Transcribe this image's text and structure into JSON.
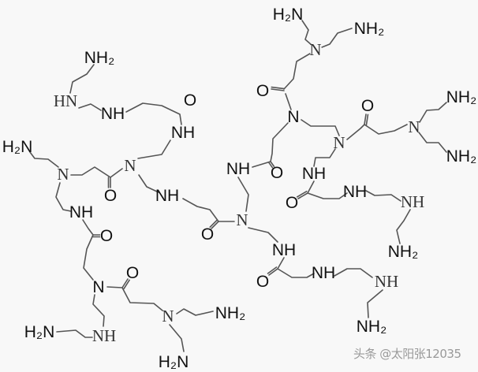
{
  "atom_labels": [
    "H₂N",
    "NH₂",
    "N",
    "O",
    "N",
    "O",
    "N",
    "N",
    "NH₂",
    "NH₂",
    "NH",
    "O",
    "NH",
    "O",
    "NH",
    "NH",
    "NH₂",
    "NH",
    "O",
    "NH",
    "NH",
    "NH₂",
    "N",
    "O",
    "NH",
    "N",
    "NH",
    "O",
    "NH",
    "HN",
    "NH₂",
    "H₂N",
    "N",
    "O",
    "NH",
    "O",
    "N",
    "O",
    "NH",
    "H₂N",
    "N",
    "NH₂",
    "H₂N"
  ],
  "watermark": "头条 @太阳张12035",
  "colors": {
    "bond": "#555555",
    "text": "#111111",
    "background": "#f8f8f8"
  }
}
